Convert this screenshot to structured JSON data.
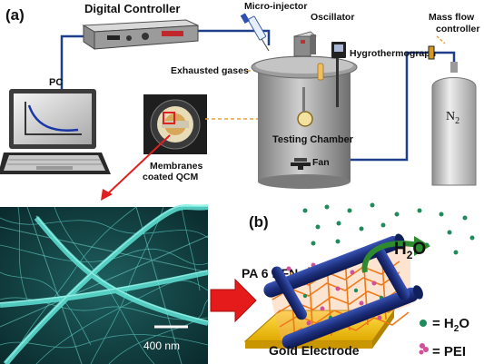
{
  "panel_a": {
    "label": "(a)",
    "digital_controller": "Digital Controller",
    "pc": "PC",
    "micro_injector": "Micro-injector",
    "oscillator": "Oscillator",
    "mass_flow_controller_line1": "Mass flow",
    "mass_flow_controller_line2": "controller",
    "hygrothermograph": "Hygrothermograph",
    "exhausted_gases": "Exhausted gases",
    "testing_chamber": "Testing Chamber",
    "fan": "Fan",
    "n2": "N",
    "n2_sub": "2",
    "qcm_line1": "Membranes",
    "qcm_line2": "coated QCM"
  },
  "panel_b": {
    "label": "(b)",
    "pa6_nfn": "PA 6 NFN",
    "h2o_main": "H",
    "h2o_sub": "2",
    "h2o_end": "O",
    "gold_electrode": "Gold Electrode",
    "legend_h2o": "= H",
    "legend_h2o_sub": "2",
    "legend_h2o_end": "O",
    "legend_pei": "= PEI"
  },
  "sem": {
    "scale_bar": "400 nm"
  },
  "colors": {
    "wire": "#1f3f8a",
    "dashed": "#e8a23a",
    "red_arrow": "#e02020",
    "gold": "#f2c300",
    "rod": "#1d2f7a",
    "mesh": "#f07818",
    "pei": "#d0509a",
    "h2o_dot": "#1f8a5a",
    "chamber": "#a9a9a9"
  }
}
